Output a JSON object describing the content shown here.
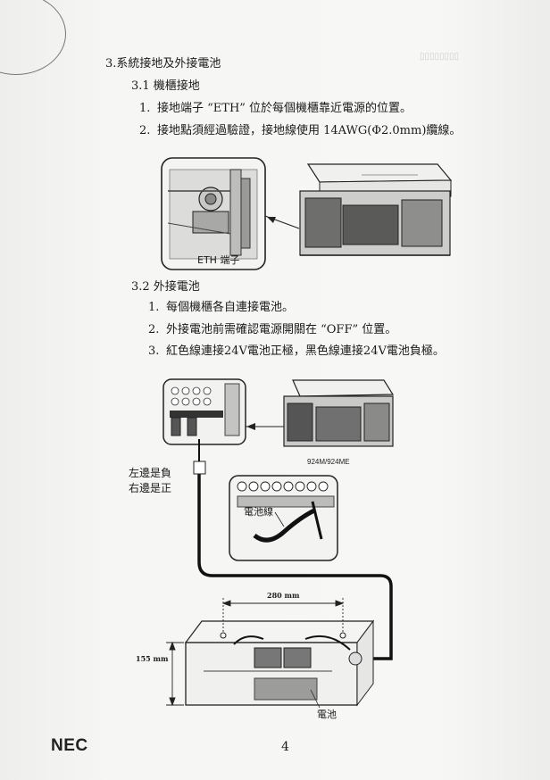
{
  "section3": {
    "heading": "3.系統接地及外接電池",
    "sub1": {
      "title": "3.1  機櫃接地",
      "items": [
        {
          "num": "1.",
          "text": "接地端子 “ETH” 位於每個機櫃靠近電源的位置。"
        },
        {
          "num": "2.",
          "text": "接地點須經過驗證，接地線使用  14AWG(Φ2.0mm)纜線。"
        }
      ],
      "figure_label": "ETH  端子"
    },
    "sub2": {
      "title": "3.2  外接電池",
      "items": [
        {
          "num": "1.",
          "text": "每個機櫃各自連接電池。"
        },
        {
          "num": "2.",
          "text": "外接電池前需確認電源開關在  “OFF”  位置。"
        },
        {
          "num": "3.",
          "text": "紅色線連接24V電池正極，黑色線連接24V電池負極。"
        }
      ]
    }
  },
  "figure2": {
    "polarity_left": "左邊是負",
    "polarity_right": "右邊是正",
    "model_label": "924M/924ME",
    "battery_cable_label": "電池線",
    "width_dim": "280 mm",
    "height_dim": "155 mm",
    "battery_label": "電池"
  },
  "footer": {
    "logo": "NEC",
    "page_number": "4"
  }
}
